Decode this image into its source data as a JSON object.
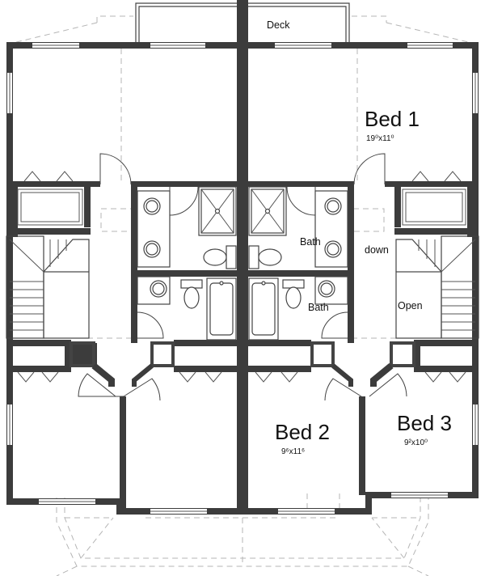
{
  "labels": {
    "deck": "Deck",
    "bed1": "Bed 1",
    "bed1_dim": "19⁰x11⁰",
    "bath_upper": "Bath",
    "bath_lower": "Bath",
    "down": "down",
    "open": "Open",
    "bed2": "Bed 2",
    "bed2_dim": "9⁶x11⁶",
    "bed3": "Bed 3",
    "bed3_dim": "9²x10⁰"
  },
  "colors": {
    "wall": "#3c3c3c",
    "line": "#444444",
    "dashed": "#b5b5b5",
    "background": "#ffffff"
  }
}
